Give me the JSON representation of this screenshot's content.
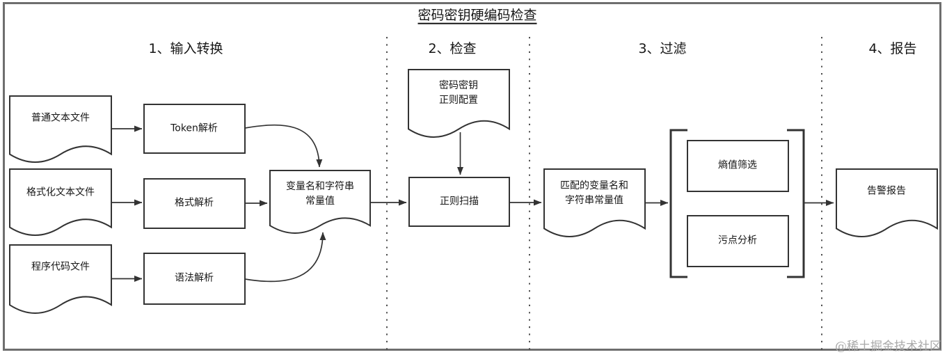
{
  "title": "密码密钥硬编码检查",
  "watermark": "@稀土掘金技术社区",
  "colors": {
    "stroke": "#333333",
    "frame_border": "#6e6e6e",
    "watermark_gray": "#a9a9a9",
    "background": "#ffffff"
  },
  "sections": [
    {
      "label": "1、输入转换"
    },
    {
      "label": "2、检查"
    },
    {
      "label": "3、过滤"
    },
    {
      "label": "4、报告"
    }
  ],
  "nodes": {
    "plain_text_file": {
      "label": "普通文本文件",
      "shape": "document"
    },
    "formatted_text_file": {
      "label": "格式化文本文件",
      "shape": "document"
    },
    "source_code_file": {
      "label": "程序代码文件",
      "shape": "document"
    },
    "token_parse": {
      "label": "Token解析",
      "shape": "process"
    },
    "format_parse": {
      "label": "格式解析",
      "shape": "process"
    },
    "syntax_parse": {
      "label": "语法解析",
      "shape": "process"
    },
    "var_string_const": {
      "label": "变量名和字符串\n常量值",
      "shape": "document"
    },
    "regex_config": {
      "label": "密码密钥\n正则配置",
      "shape": "document"
    },
    "regex_scan": {
      "label": "正则扫描",
      "shape": "process"
    },
    "matched_values": {
      "label": "匹配的变量名和\n字符串常量值",
      "shape": "document"
    },
    "entropy_filter": {
      "label": "熵值筛选",
      "shape": "process"
    },
    "taint_analysis": {
      "label": "污点分析",
      "shape": "process"
    },
    "alert_report": {
      "label": "告警报告",
      "shape": "document"
    }
  },
  "edges": [
    {
      "from": "plain_text_file",
      "to": "token_parse"
    },
    {
      "from": "formatted_text_file",
      "to": "format_parse"
    },
    {
      "from": "source_code_file",
      "to": "syntax_parse"
    },
    {
      "from": "token_parse",
      "to": "var_string_const"
    },
    {
      "from": "format_parse",
      "to": "var_string_const"
    },
    {
      "from": "syntax_parse",
      "to": "var_string_const"
    },
    {
      "from": "var_string_const",
      "to": "regex_scan"
    },
    {
      "from": "regex_config",
      "to": "regex_scan"
    },
    {
      "from": "regex_scan",
      "to": "matched_values"
    },
    {
      "from": "matched_values",
      "to": "filter_group"
    },
    {
      "from": "filter_group",
      "to": "alert_report"
    }
  ]
}
